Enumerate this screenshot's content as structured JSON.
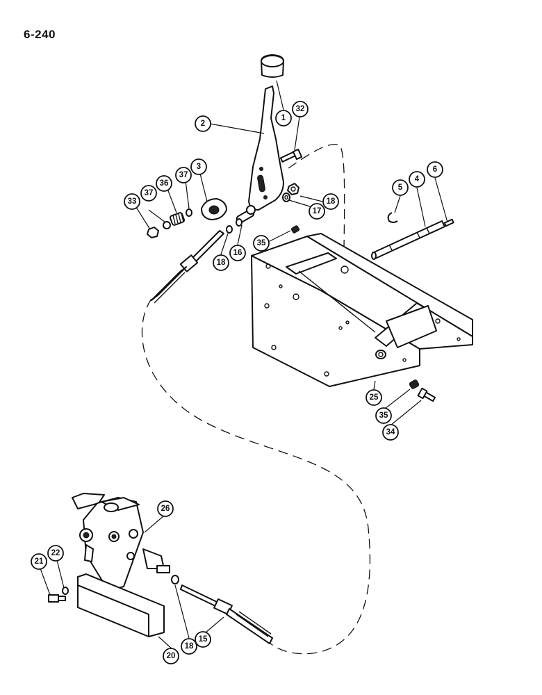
{
  "page": {
    "number": "6-240"
  },
  "callouts": {
    "c1": "1",
    "c32": "32",
    "c2": "2",
    "c18a": "18",
    "c17": "17",
    "c3": "3",
    "c37a": "37",
    "c36": "36",
    "c37b": "37",
    "c33": "33",
    "c16": "16",
    "c18b": "18",
    "c35a": "35",
    "c5": "5",
    "c4": "4",
    "c6": "6",
    "c25": "25",
    "c35b": "35",
    "c34": "34",
    "c26": "26",
    "c21": "21",
    "c22": "22",
    "c20": "20",
    "c18c": "18",
    "c15": "15"
  },
  "icons": {
    "knob": "knob-icon",
    "lever": "shift-lever-icon",
    "bracket": "mounting-bracket-icon",
    "shaft": "pivot-shaft-icon",
    "valve": "control-valve-icon",
    "cable": "control-cable-icon"
  }
}
